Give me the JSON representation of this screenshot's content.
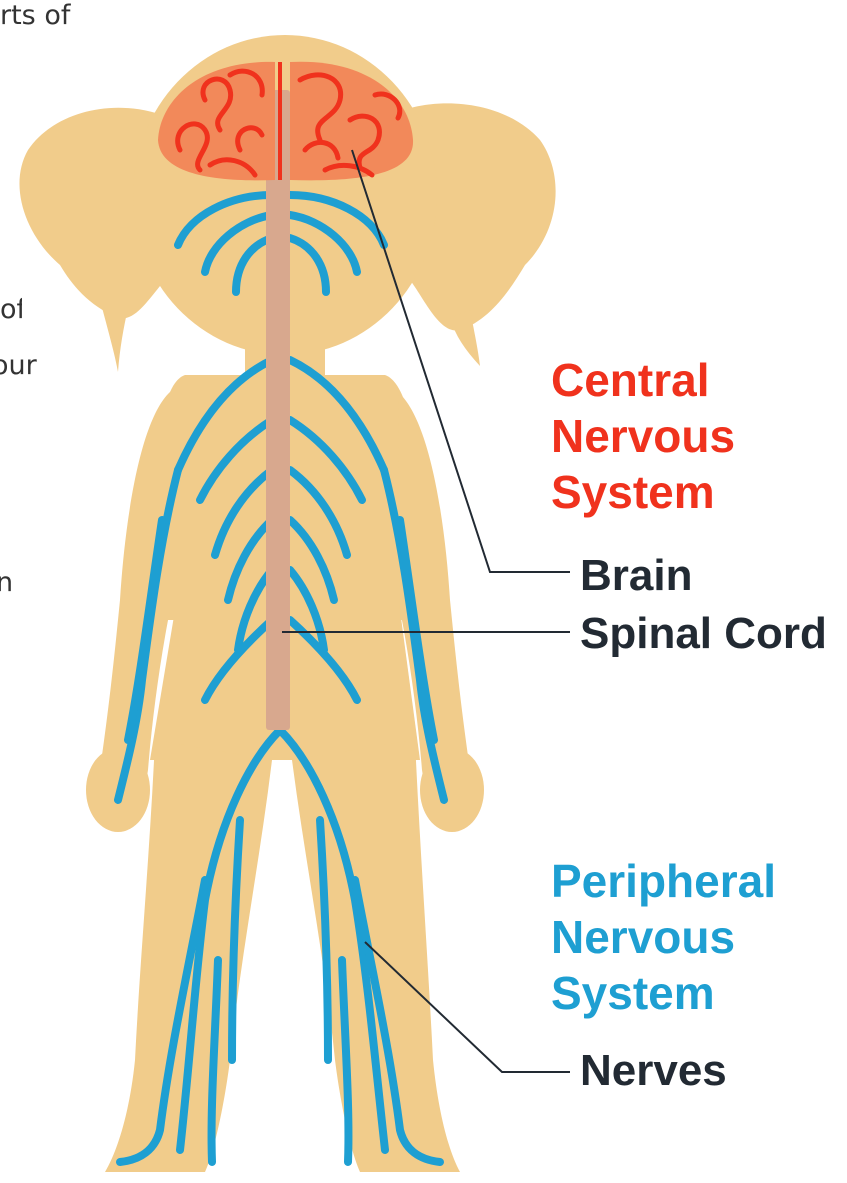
{
  "fragments": [
    "rts of",
    "of",
    "our",
    "n"
  ],
  "groups": {
    "central": {
      "title_lines": [
        "Central",
        "Nervous",
        "System"
      ],
      "parts": [
        "Brain",
        "Spinal Cord"
      ]
    },
    "peripheral": {
      "title_lines": [
        "Peripheral",
        "Nervous",
        "System"
      ],
      "parts": [
        "Nerves"
      ]
    }
  },
  "colors": {
    "central": "#f0321d",
    "peripheral": "#1e9fd2",
    "body": "#f1cc8b",
    "brain": "#f2895a",
    "spinal_cord": "#d8a88e",
    "label": "#222a33"
  },
  "icons": [
    "girl-figure",
    "brain-icon",
    "spinal-cord-icon",
    "nerves-icon"
  ]
}
